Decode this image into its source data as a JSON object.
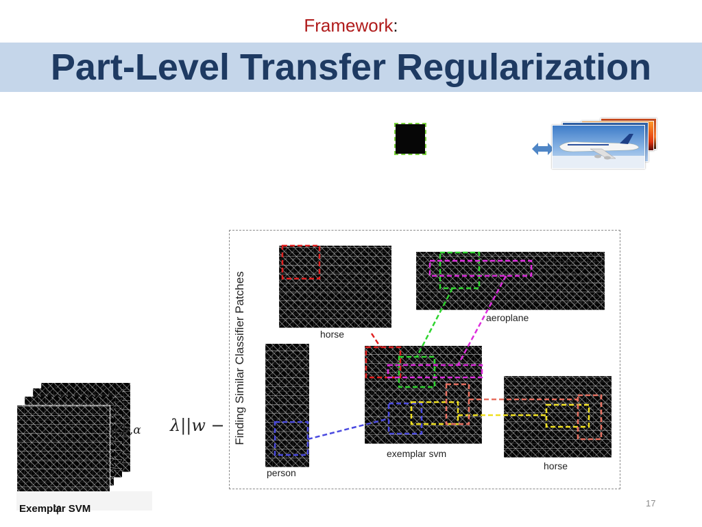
{
  "header": {
    "framework_label": "Framework",
    "framework_colon": ":",
    "title": "Part-Level  Transfer Regularization"
  },
  "diagram": {
    "side_label": "Finding Similar Classifier Patches",
    "captions": {
      "horse_top": "horse",
      "aeroplane": "aeroplane",
      "person": "person",
      "exemplar": "exemplar svm",
      "horse_right": "horse"
    }
  },
  "formula": {
    "subscript": "w,b,α",
    "expression": "λ||w −"
  },
  "exemplar_stack": {
    "label": "Exemplar SVM",
    "glyph": "φ"
  },
  "slide": {
    "page_number": "17"
  },
  "colors": {
    "title_band": "#c5d6ea",
    "title_text": "#1e3a62",
    "framework_red": "#b01c1c",
    "green_box": "#2fd42f",
    "magenta_box": "#dd2ddd",
    "red_box": "#e02020",
    "blue_box": "#4a4ae0",
    "yellow_box": "#f0e020",
    "salmon_box": "#e87060"
  },
  "icons": {
    "arrow": "double-arrow-icon"
  }
}
